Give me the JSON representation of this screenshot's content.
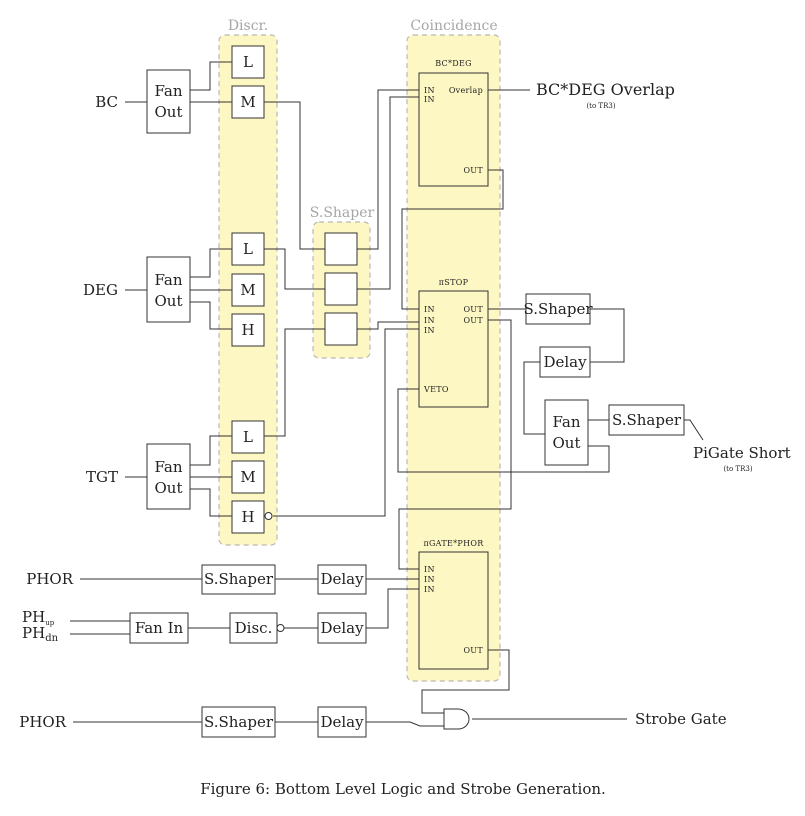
{
  "zones": {
    "discr": "Discr.",
    "coincidence": "Coincidence",
    "sshaper": "S.Shaper"
  },
  "inputs": {
    "bc": "BC",
    "deg": "DEG",
    "tgt": "TGT",
    "phor_top": "PHOR",
    "ph_up_base": "PH",
    "ph_up_sub": "up",
    "ph_dn_base": "PH",
    "ph_dn_sub": "dn",
    "phor_bottom": "PHOR"
  },
  "fanout": {
    "line1": "Fan",
    "line2": "Out"
  },
  "discr_levels": {
    "low": "L",
    "mid": "M",
    "high": "H"
  },
  "coinc": {
    "bcdeg_title": "BC*DEG",
    "pistop_title": "πSTOP",
    "pigate_title": "πGATE*PHOR",
    "in": "IN",
    "out": "OUT",
    "overlap": "Overlap",
    "veto": "VETO"
  },
  "modules": {
    "sshaper": "S.Shaper",
    "delay": "Delay",
    "fan_in": "Fan In",
    "disc": "Disc."
  },
  "outputs": {
    "bcdeg_overlap": "BC*DEG Overlap",
    "bcdeg_overlap_note": "(to TR3)",
    "pigate_short": "PiGate Short",
    "pigate_short_note": "(to TR3)",
    "strobe_gate": "Strobe Gate"
  },
  "caption": "Figure 6: Bottom Level Logic and Strobe Generation."
}
